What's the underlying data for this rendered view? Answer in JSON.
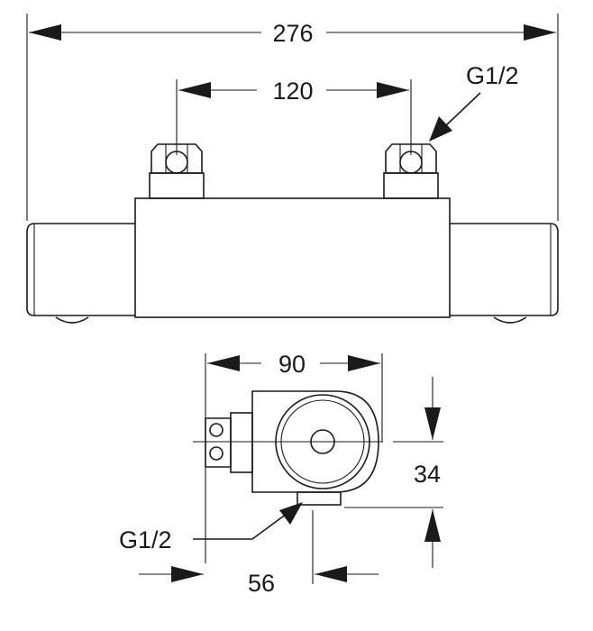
{
  "dimensions": {
    "overall_width": "276",
    "inlet_spacing": "120",
    "depth": "90",
    "height_offset": "34",
    "outlet_offset": "56"
  },
  "labels": {
    "thread_top": "G1/2",
    "thread_bottom": "G1/2"
  }
}
